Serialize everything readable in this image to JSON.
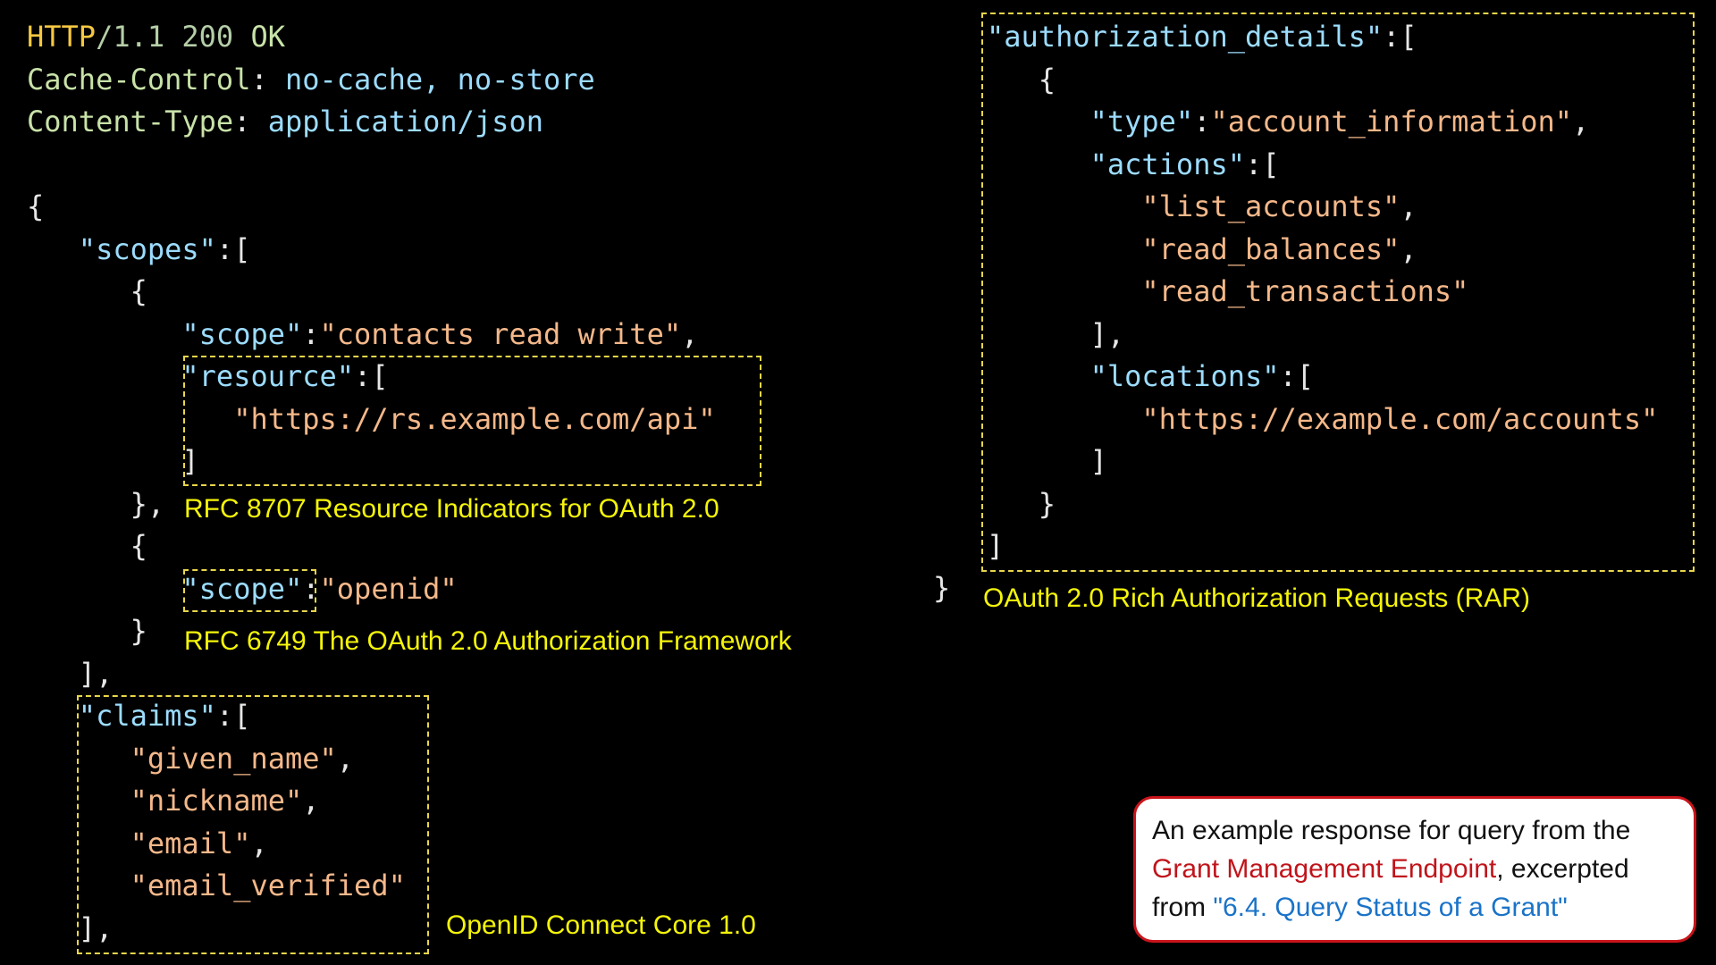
{
  "http": {
    "protocol": "HTTP",
    "slash_version": "/1.1",
    "status_code": "200",
    "status_text": "OK",
    "cache_control_name": "Cache-Control",
    "cache_control_value": "no-cache, no-store",
    "content_type_name": "Content-Type",
    "content_type_value": "application/json"
  },
  "json": {
    "scopes_key": "\"scopes\"",
    "scope_key": "\"scope\"",
    "scope_value_1": "\"contacts read write\"",
    "resource_key": "\"resource\"",
    "resource_value": "\"https://rs.example.com/api\"",
    "scope_value_2": "\"openid\"",
    "claims_key": "\"claims\"",
    "claims": [
      "\"given_name\"",
      "\"nickname\"",
      "\"email\"",
      "\"email_verified\""
    ],
    "authorization_details_key": "\"authorization_details\"",
    "type_key": "\"type\"",
    "type_value": "\"account_information\"",
    "actions_key": "\"actions\"",
    "actions": [
      "\"list_accounts\"",
      "\"read_balances\"",
      "\"read_transactions\""
    ],
    "locations_key": "\"locations\"",
    "location_value": "\"https://example.com/accounts\""
  },
  "annotations": {
    "rfc8707": "RFC 8707 Resource Indicators for OAuth 2.0",
    "rfc6749": "RFC 6749 The OAuth 2.0 Authorization Framework",
    "openid_core": "OpenID Connect Core 1.0",
    "rar": "OAuth 2.0 Rich Authorization Requests (RAR)"
  },
  "callout": {
    "text_1": "An example response for query from the ",
    "link_1": "Grant Management Endpoint",
    "text_2": ", excerpted from ",
    "link_2": "\"6.4. Query Status of a Grant\""
  },
  "colors": {
    "annotation": "#f5f50a",
    "dashed_box": "#e8d64a",
    "callout_border": "#c9141b",
    "link_red": "#c0141b",
    "link_blue": "#1a73c8"
  }
}
